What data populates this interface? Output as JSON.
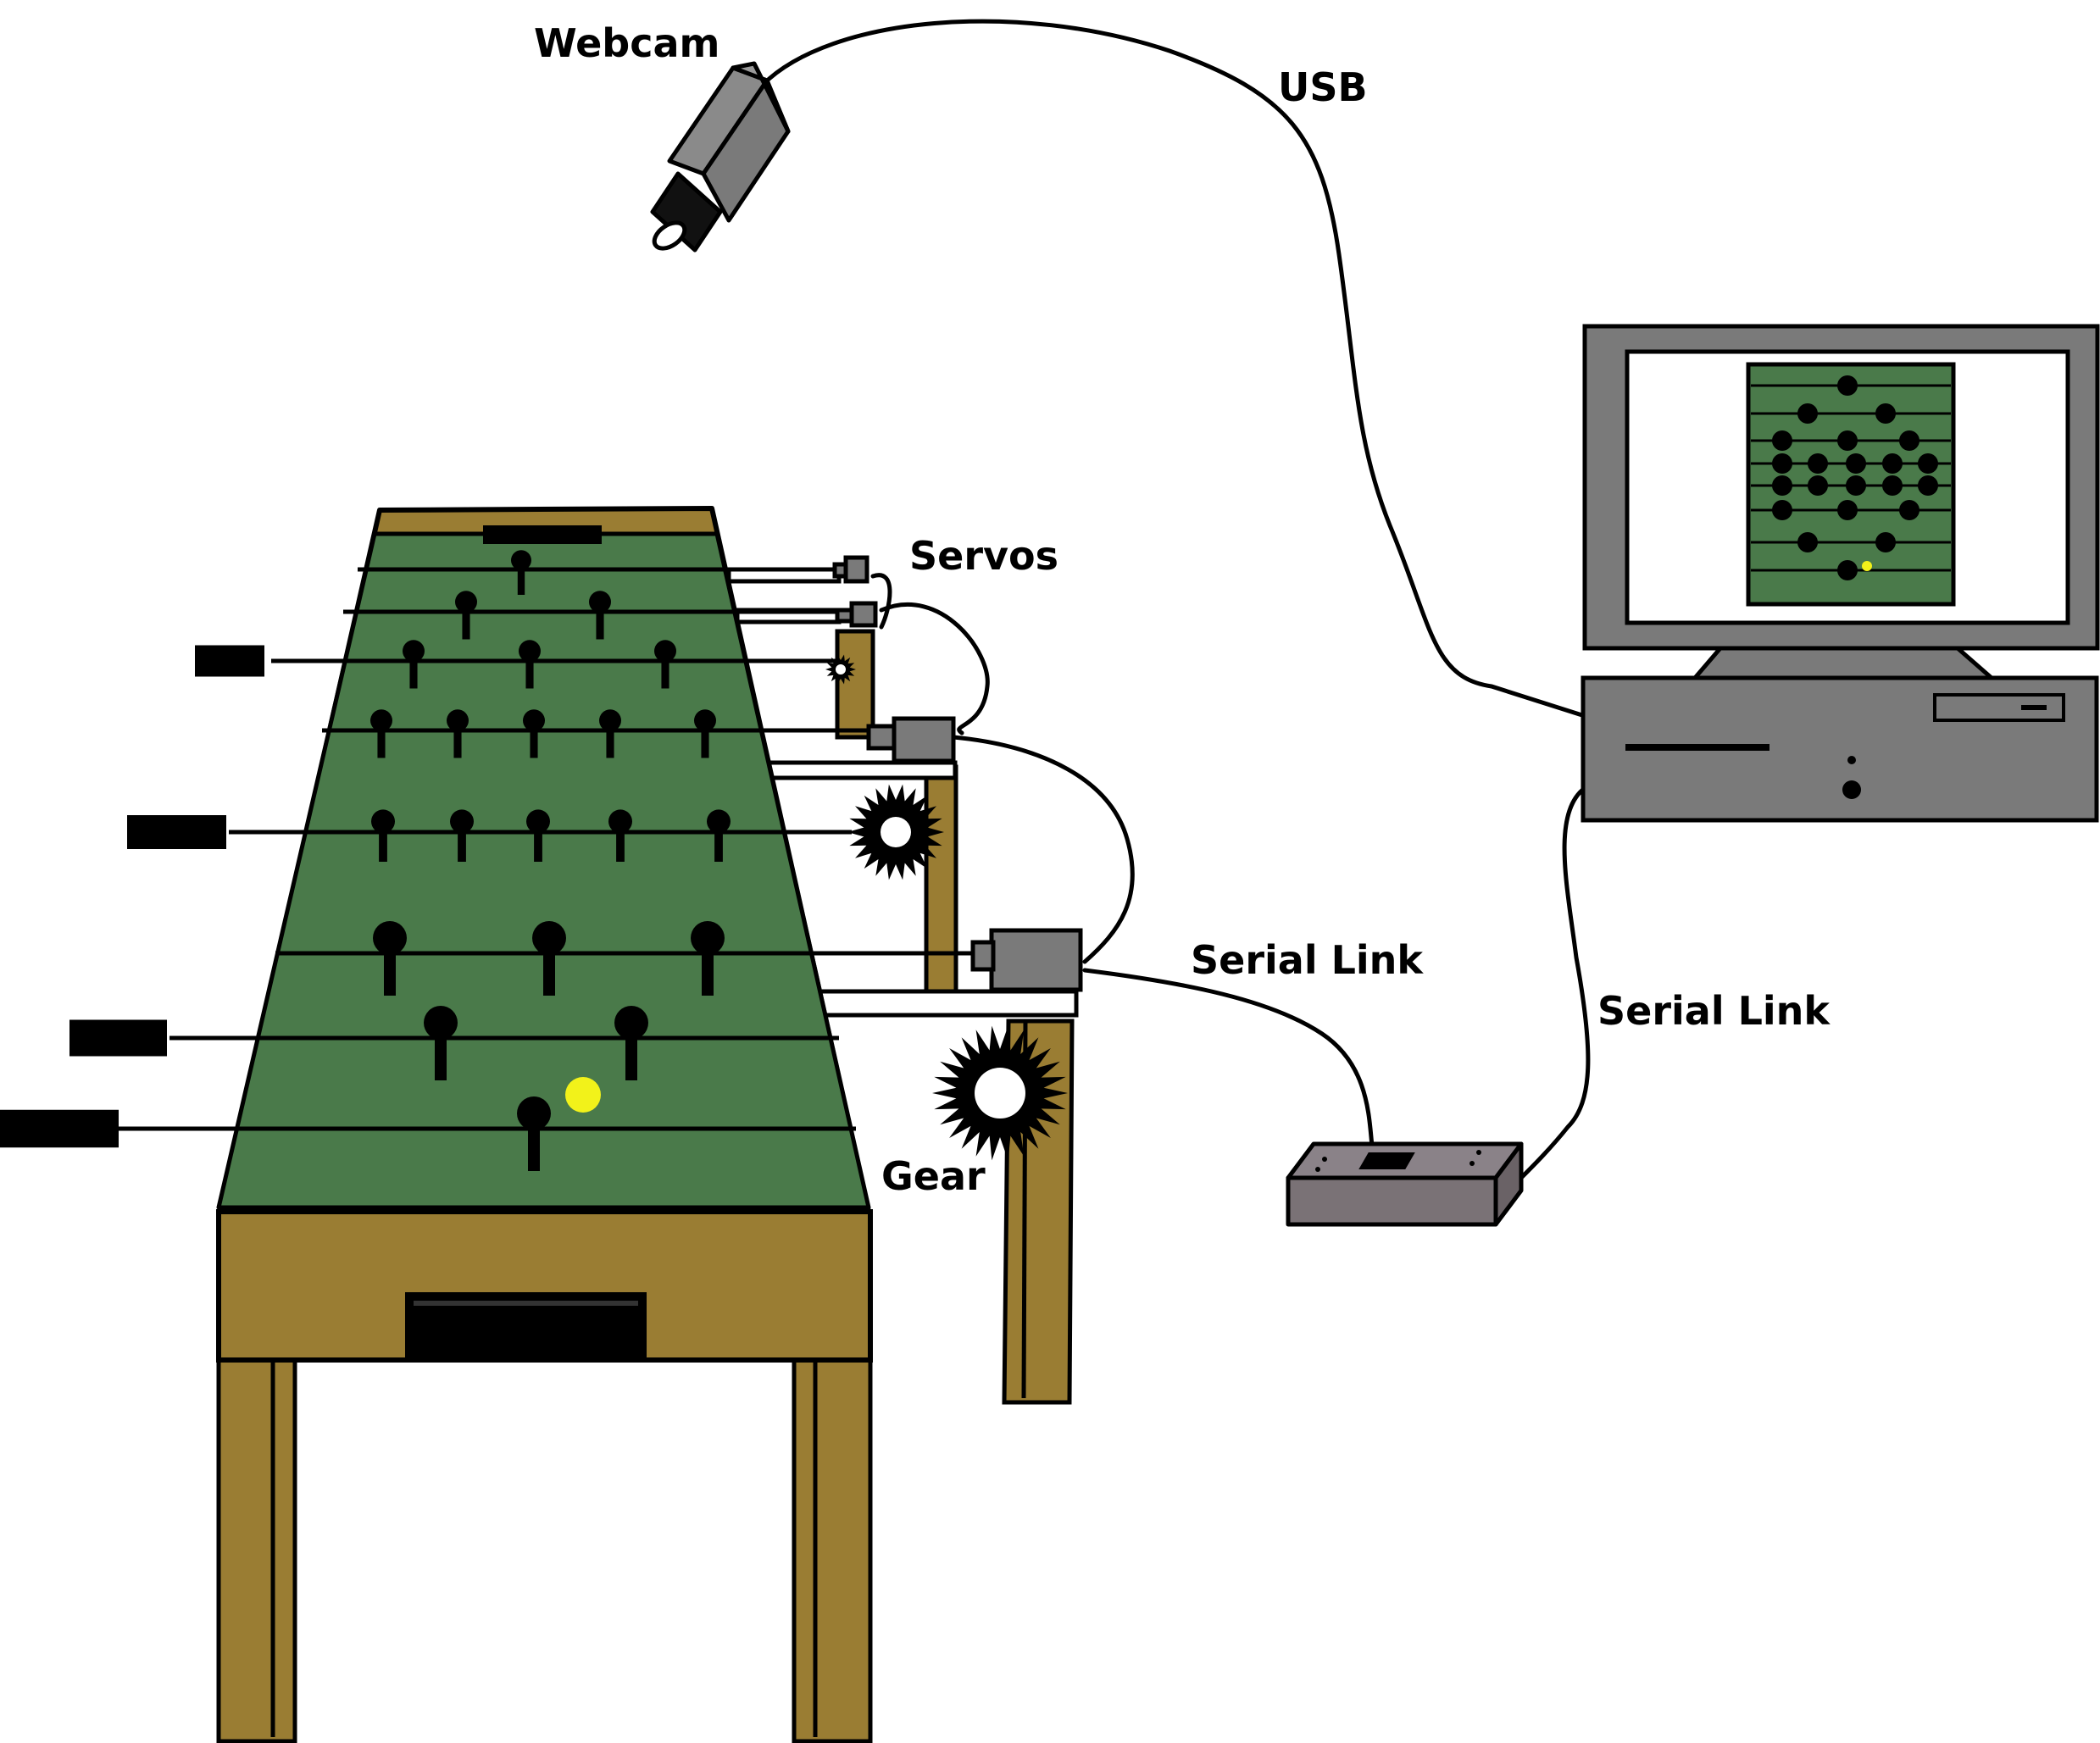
{
  "labels": {
    "webcam": "Webcam",
    "usb": "USB",
    "servos": "Servos",
    "serial_link_left": "Serial Link",
    "serial_link_right": "Serial Link",
    "gear": "Gear"
  },
  "colors": {
    "field": "#4a7a4a",
    "wood": "#9a7d33",
    "device": "#7a7a7a",
    "controller": "#7a7276",
    "ball": "#f2f21a",
    "outline": "#000000"
  }
}
